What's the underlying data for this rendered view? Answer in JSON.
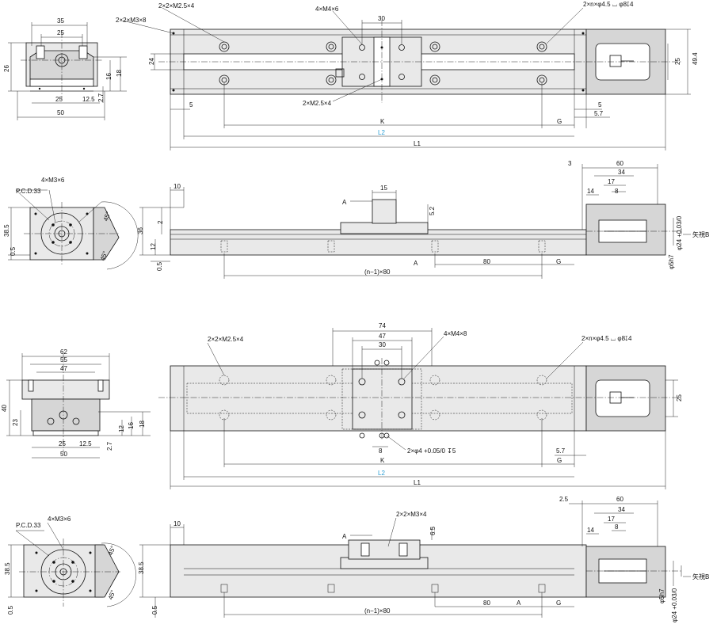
{
  "labels": {
    "v1_top_w": "35",
    "v1_top_inner": "25",
    "v1_h26": "26",
    "v1_h16": "16",
    "v1_h18": "18",
    "v1_h27": "2.7",
    "v1_bot_25": "25",
    "v1_bot_125": "12.5",
    "v1_bot_50": "50",
    "p1_m3x8": "2×2×M3×8",
    "p1_m25x4": "2×2×M2.5×4",
    "p1_m4x6": "4×M4×6",
    "p1_30": "30",
    "p1_holes": "2×n×φ4.5 ⌴ φ8↧4",
    "p1_24": "24",
    "p1_25": "25",
    "p1_494": "49.4",
    "p1_m25x4b": "2×M2.5×4",
    "p1_5a": "5",
    "p1_5b": "5",
    "p1_57": "5.7",
    "p1_K": "K",
    "p1_G": "G",
    "p1_L2": "L2",
    "p1_L1": "L1",
    "v2_m3x6": "4×M3×6",
    "v2_pcd": "P.C.D.33",
    "v2_385": "38.5",
    "v2_05": "0.5",
    "v2_45a": "45°",
    "v2_45b": "45°",
    "e1_10": "10",
    "e1_15": "15",
    "e1_A": "A",
    "e1_52": "5.2",
    "e1_36": "36",
    "e1_2": "2",
    "e1_12": "12",
    "e1_05": "0.5",
    "e1_3": "3",
    "e1_60": "60",
    "e1_34": "34",
    "e1_17": "17",
    "e1_14": "14",
    "e1_8": "8",
    "e1_phi24": "φ24 +0.03/0",
    "e1_phi5": "φ5h7",
    "e1_viewB": "矢視B",
    "e1_A2": "A",
    "e1_80": "80",
    "e1_G": "G",
    "e1_n80": "(n−1)×80",
    "v3_62": "62",
    "v3_55": "55",
    "v3_47": "47",
    "v3_40": "40",
    "v3_23": "23",
    "v3_12": "12",
    "v3_16": "16",
    "v3_18": "18",
    "v3_27": "2.7",
    "v3_25": "25",
    "v3_125": "12.5",
    "v3_50": "50",
    "p2_74": "74",
    "p2_47": "47",
    "p2_30": "30",
    "p2_m4x8": "4×M4×8",
    "p2_m25x4": "2×2×M2.5×4",
    "p2_holes": "2×n×φ4.5 ⌴ φ8↧4",
    "p2_25": "25",
    "p2_8": "8",
    "p2_phi4": "2×φ4 +0.05/0 ↧5",
    "p2_57": "5.7",
    "p2_K": "K",
    "p2_G": "G",
    "p2_L2": "L2",
    "p2_L1": "L1",
    "v4_pcd": "P.C.D.33",
    "v4_m3x6": "4×M3×6",
    "v4_385": "38.5",
    "v4_05": "0.5",
    "v4_45a": "45°",
    "v4_45b": "45°",
    "e2_10": "10",
    "e2_m3x4": "2×2×M3×4",
    "e2_A": "A",
    "e2_65": "6.5",
    "e2_385": "38.5",
    "e2_05": "0.5",
    "e2_25": "2.5",
    "e2_60": "60",
    "e2_34": "34",
    "e2_17": "17",
    "e2_14": "14",
    "e2_8": "8",
    "e2_viewB": "矢視B",
    "e2_phi5": "φ5h7",
    "e2_phi24": "φ24 +0.03/0",
    "e2_80": "80",
    "e2_A2": "A",
    "e2_G": "G",
    "e2_n80": "(n−1)×80"
  },
  "colors": {
    "line": "#111111",
    "face": "#e9e9e9",
    "face_dark": "#d6d6d6",
    "accent": "#2a9fd6"
  }
}
